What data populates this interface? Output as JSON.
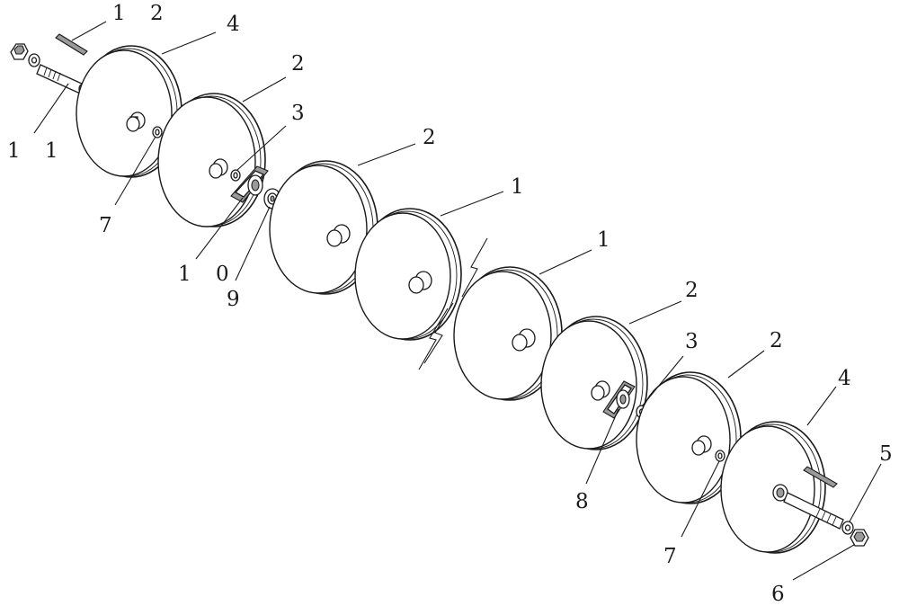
{
  "diagram": {
    "callouts": [
      {
        "id": "c12a",
        "text": "1 2"
      },
      {
        "id": "c4a",
        "text": "4"
      },
      {
        "id": "c11",
        "text": "1 1"
      },
      {
        "id": "c2a",
        "text": "2"
      },
      {
        "id": "c3a",
        "text": "3"
      },
      {
        "id": "c7a",
        "text": "7"
      },
      {
        "id": "c2b",
        "text": "2"
      },
      {
        "id": "c1a",
        "text": "1"
      },
      {
        "id": "c10",
        "text": "1 0"
      },
      {
        "id": "c9",
        "text": "9"
      },
      {
        "id": "c1b",
        "text": "1"
      },
      {
        "id": "c2c",
        "text": "2"
      },
      {
        "id": "c3b",
        "text": "3"
      },
      {
        "id": "c2d",
        "text": "2"
      },
      {
        "id": "c4b",
        "text": "4"
      },
      {
        "id": "c5",
        "text": "5"
      },
      {
        "id": "c8",
        "text": "8"
      },
      {
        "id": "c7b",
        "text": "7"
      },
      {
        "id": "c6",
        "text": "6"
      }
    ]
  }
}
